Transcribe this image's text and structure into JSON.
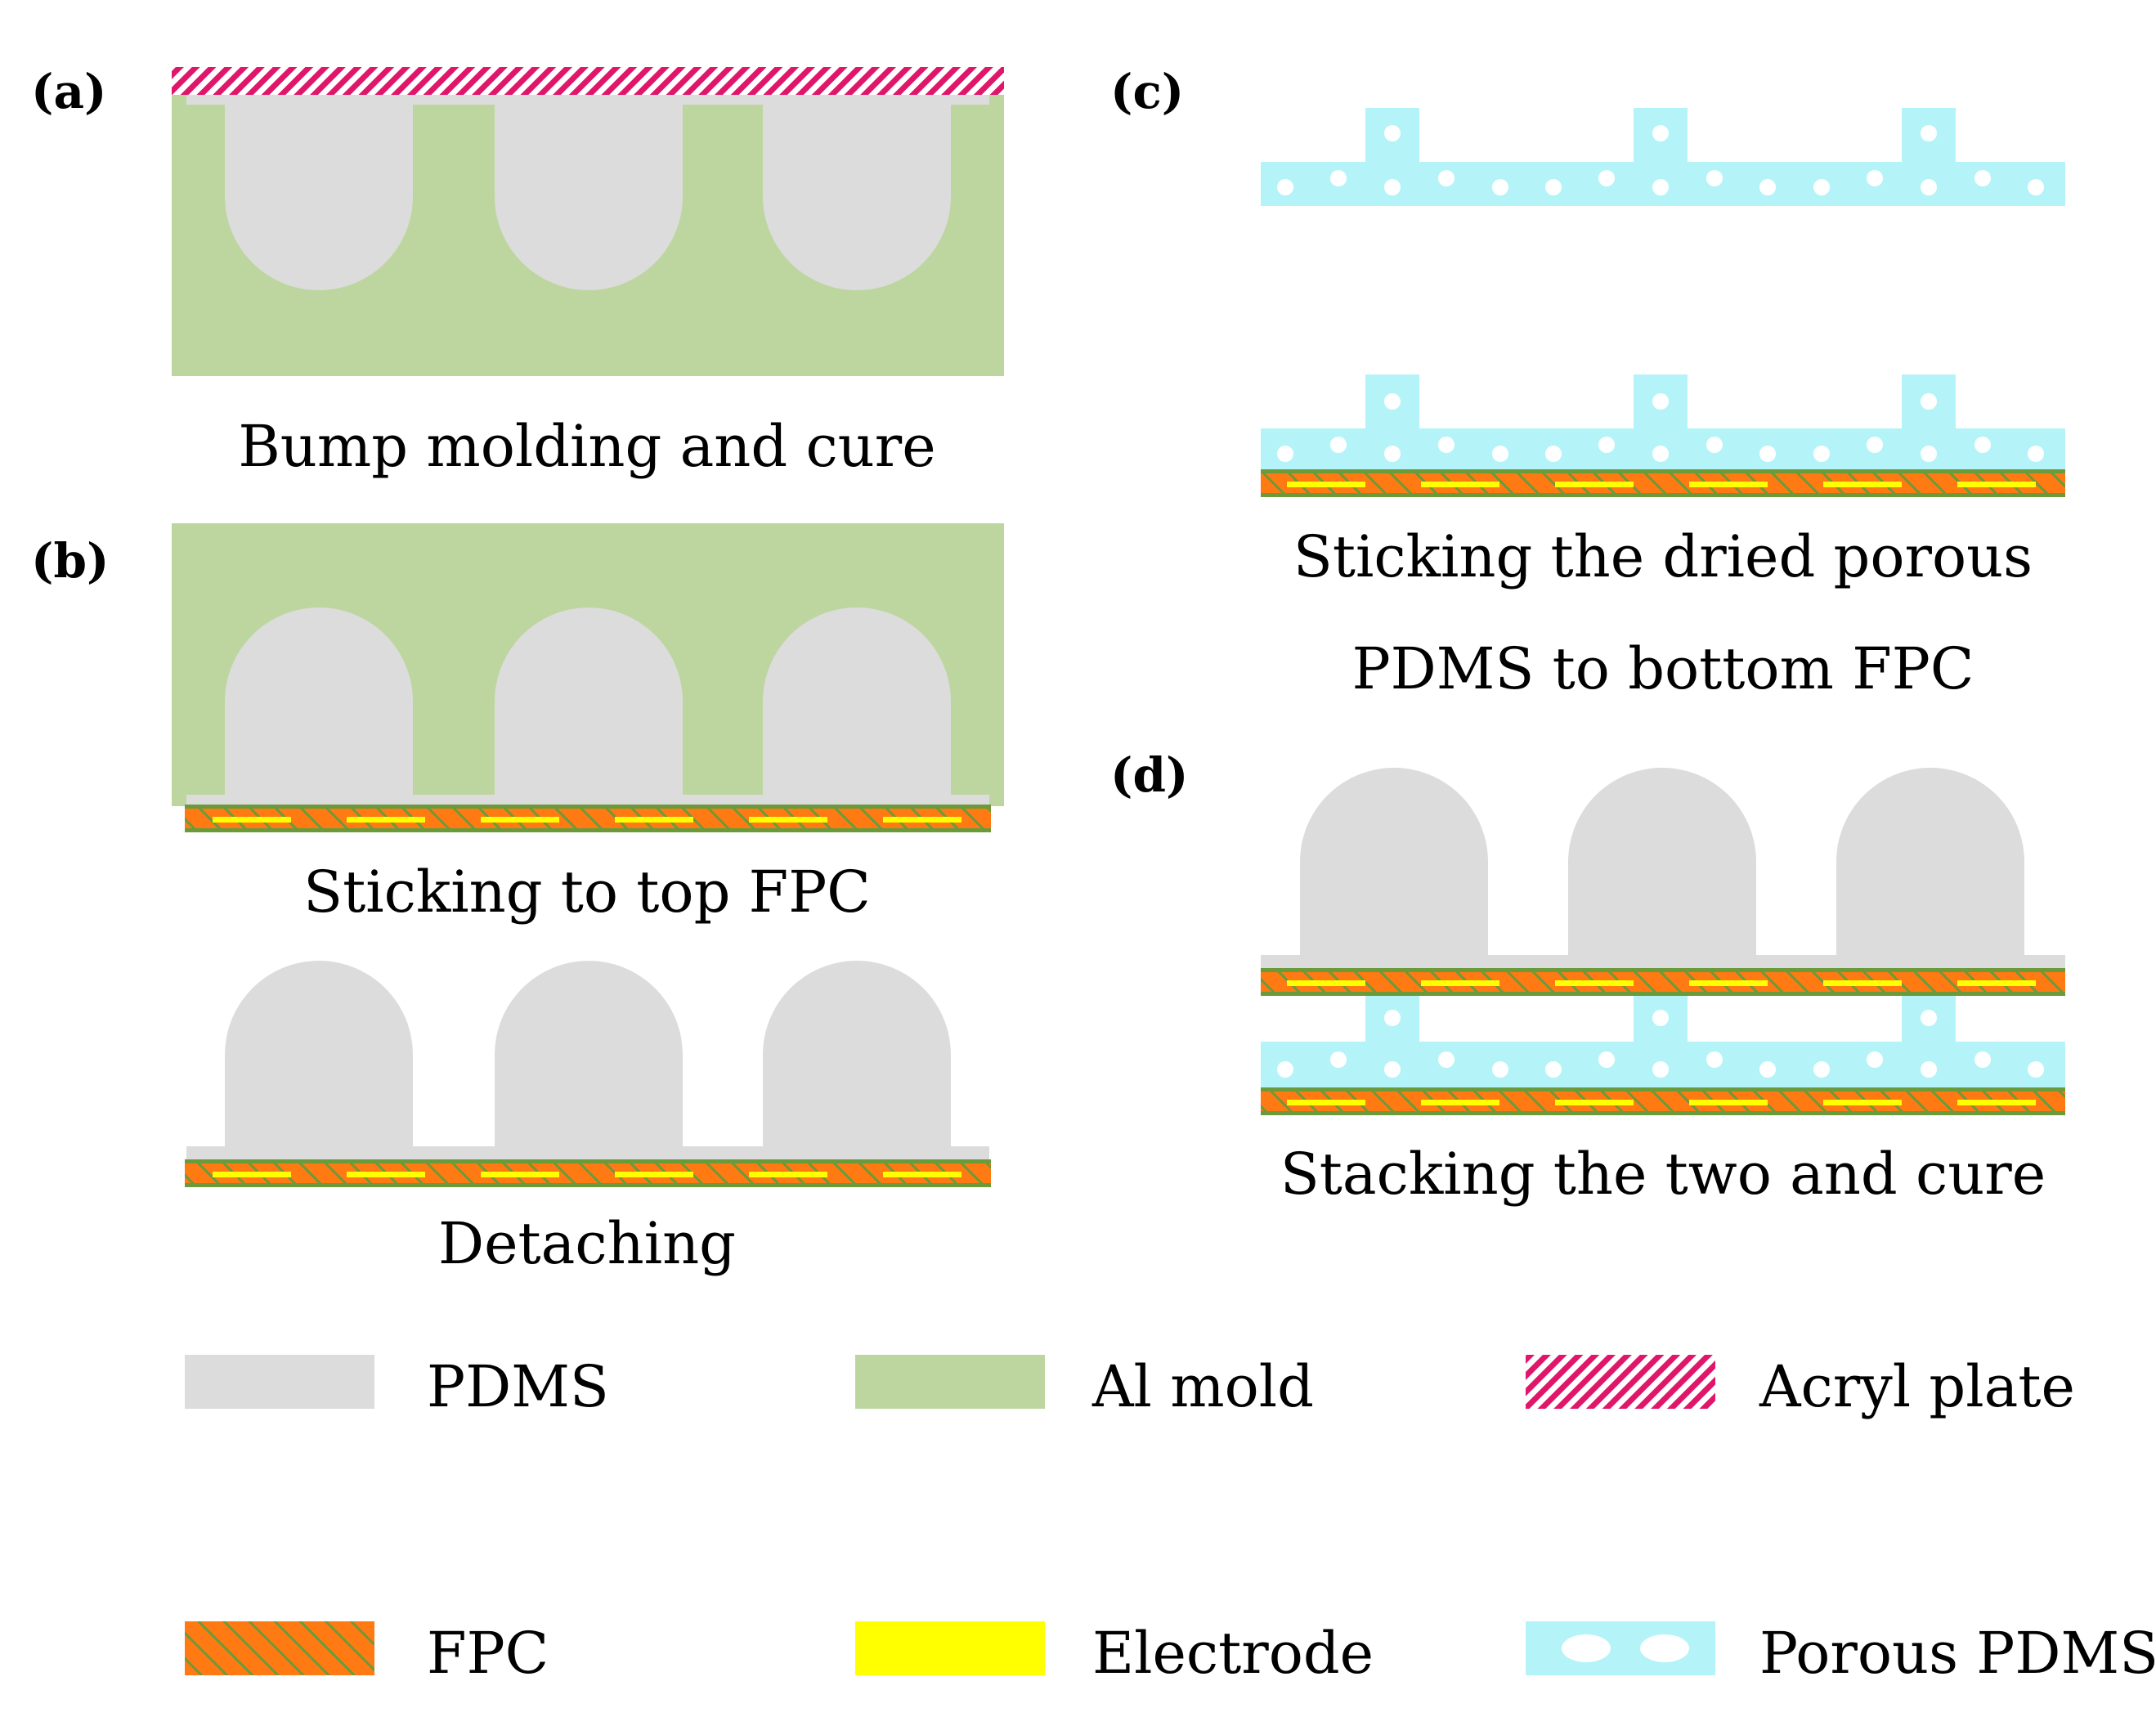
{
  "panels": {
    "a": {
      "label": "(a)",
      "caption": "Bump molding and cure"
    },
    "b": {
      "label": "(b)",
      "caption_top": "Sticking to top FPC",
      "caption_bottom": "Detaching"
    },
    "c": {
      "label": "(c)",
      "caption_line1": "Sticking the dried porous",
      "caption_line2": "PDMS to bottom FPC"
    },
    "d": {
      "label": "(d)",
      "caption": "Stacking the two and cure"
    }
  },
  "legend": {
    "pdms": "PDMS",
    "al_mold": "Al mold",
    "acryl_plate": "Acryl plate",
    "fpc": "FPC",
    "electrode": "Electrode",
    "porous_pdms": "Porous PDMS"
  },
  "colors": {
    "pdms": "#dcdcdc",
    "al_mold": "#bdd6a0",
    "acryl_plate_stripe": "#e0166a",
    "fpc": "#ff7a12",
    "fpc_hatch": "#6b9a3a",
    "electrode": "#ffff00",
    "porous_pdms": "#b4f4f8"
  }
}
